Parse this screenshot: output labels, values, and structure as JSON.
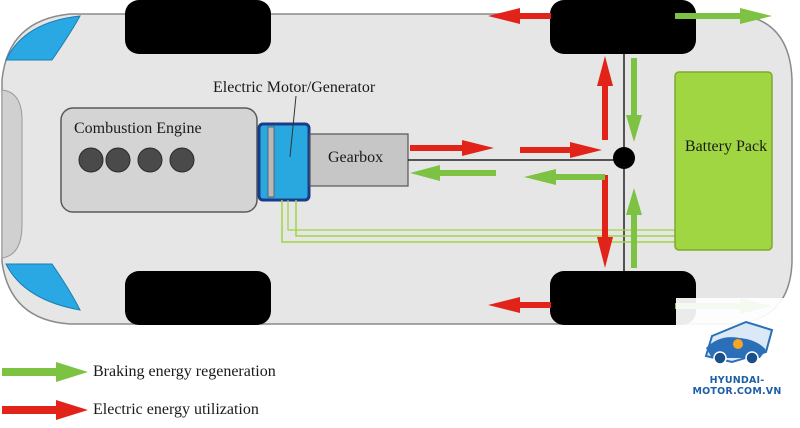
{
  "labels": {
    "combustion_engine": "Combustion Engine",
    "motor_generator": "Electric Motor/Generator",
    "gearbox": "Gearbox",
    "battery_pack": "Battery Pack"
  },
  "legend": [
    {
      "label": "Braking energy regeneration",
      "color": "#7dc242",
      "icon": "green-arrow"
    },
    {
      "label": "Electric energy utilization",
      "color": "#e2231a",
      "icon": "red-arrow"
    }
  ],
  "watermark": {
    "text": "HYUNDAI-MOTOR.COM.VN",
    "icon": "car-logo"
  },
  "colors": {
    "car_body": "#e6e6e6",
    "engine": "#d4d4d4",
    "motor": "#29a8e0",
    "battery": "#a0d641",
    "wheel": "#000000",
    "regen_arrow": "#7dc242",
    "utilization_arrow": "#e2231a",
    "windshield": "#2aa8e4"
  }
}
